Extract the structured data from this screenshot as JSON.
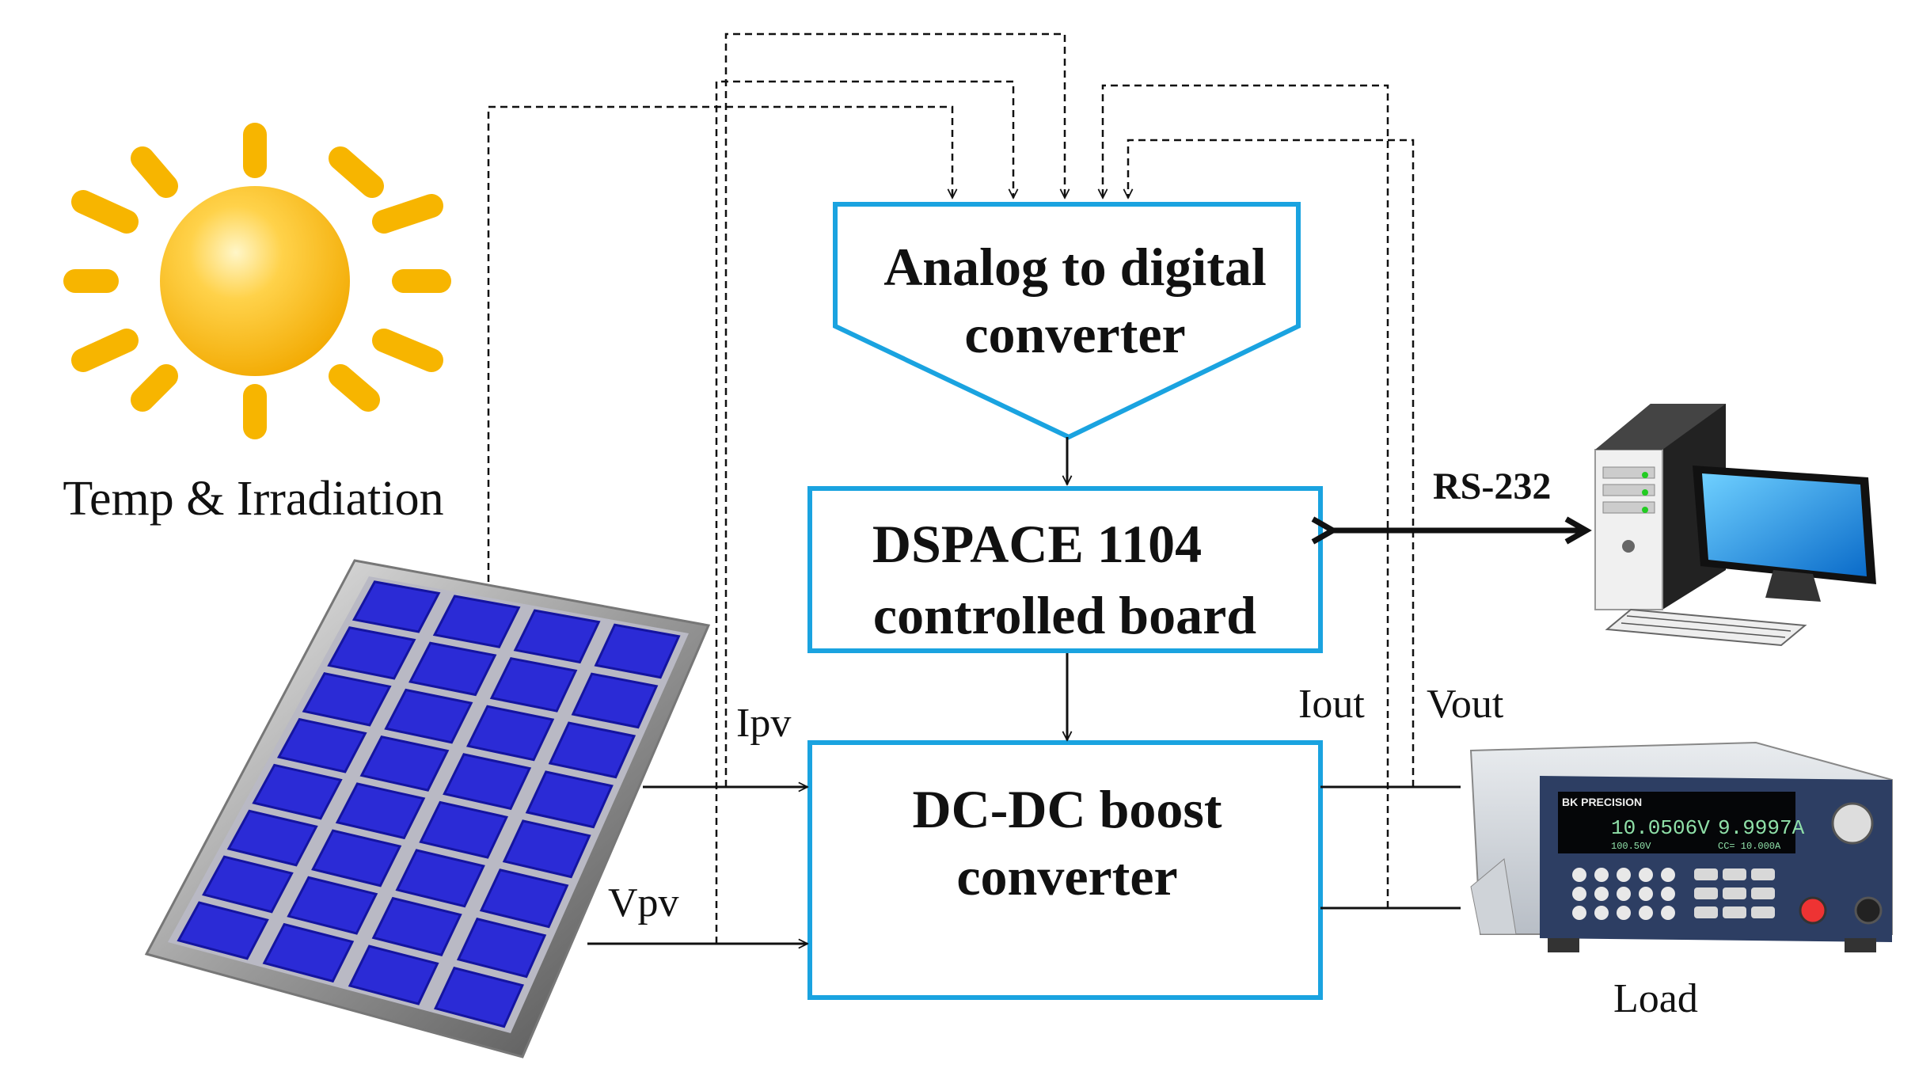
{
  "blocks": {
    "adc": {
      "line1": "Analog to digital",
      "line2": "converter"
    },
    "dspace": {
      "line1": "DSPACE 1104",
      "line2": "controlled board"
    },
    "boost": {
      "line1": "DC-DC boost",
      "line2": "converter"
    }
  },
  "labels": {
    "sun": "Temp & Irradiation",
    "rs232": "RS-232",
    "ipv": "Ipv",
    "vpv": "Vpv",
    "iout": "Iout",
    "vout": "Vout",
    "load": "Load"
  },
  "load_display": {
    "brand": "BK PRECISION",
    "voltage": "10.0506V",
    "current": "9.9997A",
    "sub_left": "100.50V",
    "sub_right": "CC= 10.000A"
  },
  "colors": {
    "block_border": "#1aa3e0",
    "line": "#111111",
    "sun": "#f7b500",
    "panel_cell": "#2b2bd6"
  }
}
